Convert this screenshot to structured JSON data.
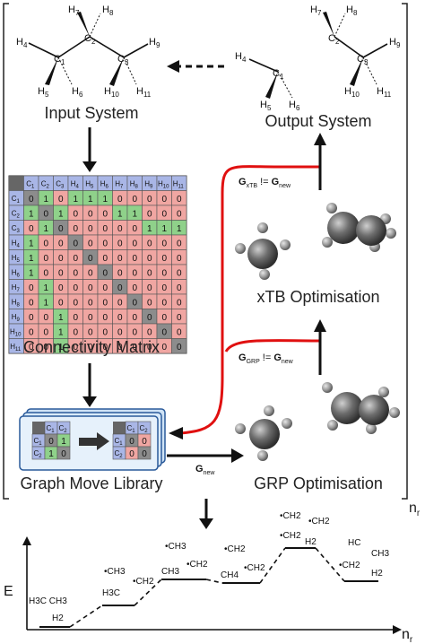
{
  "labels": {
    "input_system": "Input System",
    "output_system": "Output System",
    "connectivity_matrix": "Connectivity Matrix",
    "graph_move_library": "Graph Move Library",
    "grp_optimisation": "GRP Optimisation",
    "xtb_optimisation": "xTB Optimisation",
    "n_r_top": "n",
    "n_r_sub": "r",
    "g_new": "G",
    "g_new_sub": "new",
    "cond_xtb": "G",
    "cond_xtb_sub": "xTB",
    "cond_grp": "G",
    "cond_grp_sub": "GRP",
    "neq": " != ",
    "energy_axis": "E",
    "x_axis": "n",
    "x_axis_sub": "r"
  },
  "input_atoms": [
    {
      "el": "H",
      "sub": "7"
    },
    {
      "el": "H",
      "sub": "8"
    },
    {
      "el": "H",
      "sub": "4"
    },
    {
      "el": "C",
      "sub": "2"
    },
    {
      "el": "H",
      "sub": "9"
    },
    {
      "el": "C",
      "sub": "1"
    },
    {
      "el": "C",
      "sub": "3"
    },
    {
      "el": "H",
      "sub": "5"
    },
    {
      "el": "H",
      "sub": "6"
    },
    {
      "el": "H",
      "sub": "10"
    },
    {
      "el": "H",
      "sub": "11"
    }
  ],
  "output_atoms": [
    {
      "el": "H",
      "sub": "7"
    },
    {
      "el": "H",
      "sub": "8"
    },
    {
      "el": "C",
      "sub": "2"
    },
    {
      "el": "H",
      "sub": "9"
    },
    {
      "el": "H",
      "sub": "4"
    },
    {
      "el": "C",
      "sub": "1"
    },
    {
      "el": "C",
      "sub": "3"
    },
    {
      "el": "H",
      "sub": "5"
    },
    {
      "el": "H",
      "sub": "6"
    },
    {
      "el": "H",
      "sub": "10"
    },
    {
      "el": "H",
      "sub": "11"
    }
  ],
  "matrix": {
    "headers": [
      {
        "el": "C",
        "sub": "1"
      },
      {
        "el": "C",
        "sub": "2"
      },
      {
        "el": "C",
        "sub": "3"
      },
      {
        "el": "H",
        "sub": "4"
      },
      {
        "el": "H",
        "sub": "5"
      },
      {
        "el": "H",
        "sub": "6"
      },
      {
        "el": "H",
        "sub": "7"
      },
      {
        "el": "H",
        "sub": "8"
      },
      {
        "el": "H",
        "sub": "9"
      },
      {
        "el": "H",
        "sub": "10"
      },
      {
        "el": "H",
        "sub": "11"
      }
    ],
    "rows": [
      [
        "0",
        "1",
        "0",
        "1",
        "1",
        "1",
        "0",
        "0",
        "0",
        "0",
        "0"
      ],
      [
        "1",
        "0",
        "1",
        "0",
        "0",
        "0",
        "1",
        "1",
        "0",
        "0",
        "0"
      ],
      [
        "0",
        "1",
        "0",
        "0",
        "0",
        "0",
        "0",
        "0",
        "1",
        "1",
        "1"
      ],
      [
        "1",
        "0",
        "0",
        "0",
        "0",
        "0",
        "0",
        "0",
        "0",
        "0",
        "0"
      ],
      [
        "1",
        "0",
        "0",
        "0",
        "0",
        "0",
        "0",
        "0",
        "0",
        "0",
        "0"
      ],
      [
        "1",
        "0",
        "0",
        "0",
        "0",
        "0",
        "0",
        "0",
        "0",
        "0",
        "0"
      ],
      [
        "0",
        "1",
        "0",
        "0",
        "0",
        "0",
        "0",
        "0",
        "0",
        "0",
        "0"
      ],
      [
        "0",
        "1",
        "0",
        "0",
        "0",
        "0",
        "0",
        "0",
        "0",
        "0",
        "0"
      ],
      [
        "0",
        "0",
        "1",
        "0",
        "0",
        "0",
        "0",
        "0",
        "0",
        "0",
        "0"
      ],
      [
        "0",
        "0",
        "1",
        "0",
        "0",
        "0",
        "0",
        "0",
        "0",
        "0",
        "0"
      ],
      [
        "0",
        "0",
        "1",
        "0",
        "0",
        "0",
        "0",
        "0",
        "0",
        "0",
        "0"
      ]
    ]
  },
  "move_library": {
    "left_headers": [
      {
        "el": "C",
        "sub": "1"
      },
      {
        "el": "C",
        "sub": "2"
      }
    ],
    "left_rows": [
      [
        "0",
        "1"
      ],
      [
        "1",
        "0"
      ]
    ],
    "right_headers": [
      {
        "el": "C",
        "sub": "1"
      },
      {
        "el": "C",
        "sub": "2"
      }
    ],
    "right_rows": [
      [
        "0",
        "0"
      ],
      [
        "0",
        "0"
      ]
    ]
  },
  "profile_species": [
    {
      "text": "H3C   CH3"
    },
    {
      "text": "H2"
    },
    {
      "text": "•CH3"
    },
    {
      "text": "H3C"
    },
    {
      "text": "•CH2"
    },
    {
      "text": "•CH3"
    },
    {
      "text": "•CH2"
    },
    {
      "text": "CH3"
    },
    {
      "text": "•CH2"
    },
    {
      "text": "CH4"
    },
    {
      "text": "•CH2"
    },
    {
      "text": "•CH2"
    },
    {
      "text": "•CH2"
    },
    {
      "text": "H2"
    },
    {
      "text": "•CH2"
    },
    {
      "text": "H2"
    },
    {
      "text": "HC"
    },
    {
      "text": "CH3"
    },
    {
      "text": "•CH2"
    }
  ]
}
